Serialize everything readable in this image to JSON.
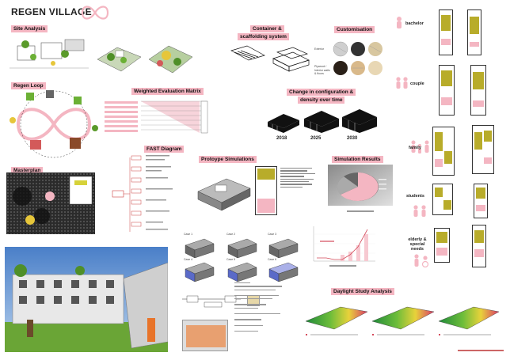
{
  "title": "REGEN VILLAGE",
  "colors": {
    "accent": "#f4b6c2",
    "olive": "#b8ac2a",
    "dark": "#222222"
  },
  "sections": {
    "site_analysis": "Site Analysis",
    "regen_loop": "Regen Loop",
    "masterplan": "Masterplan",
    "weighted_matrix": "Weighted Evaluation Matrix",
    "fast_diagram": "FAST Diagram",
    "container": "Container &",
    "container2": "scaffolding system",
    "customisation": "Customisation",
    "change_config": "Change in configuration &",
    "change_config2": "density over time",
    "prototype": "Protoype Simulations",
    "simulation_results": "Simulation Results",
    "daylight": "Daylight Study Analysis"
  },
  "customisation": {
    "exterior": "Exterior",
    "interior": "Plywood / Interior walls & floors"
  },
  "years": [
    "2018",
    "2025",
    "2030"
  ],
  "users": [
    "bachelor",
    "couple",
    "family",
    "students",
    "elderly & special needs"
  ],
  "cases": [
    "Case 1",
    "Case 2",
    "Case 3",
    "Case 4",
    "Case 5",
    "Case 6"
  ]
}
